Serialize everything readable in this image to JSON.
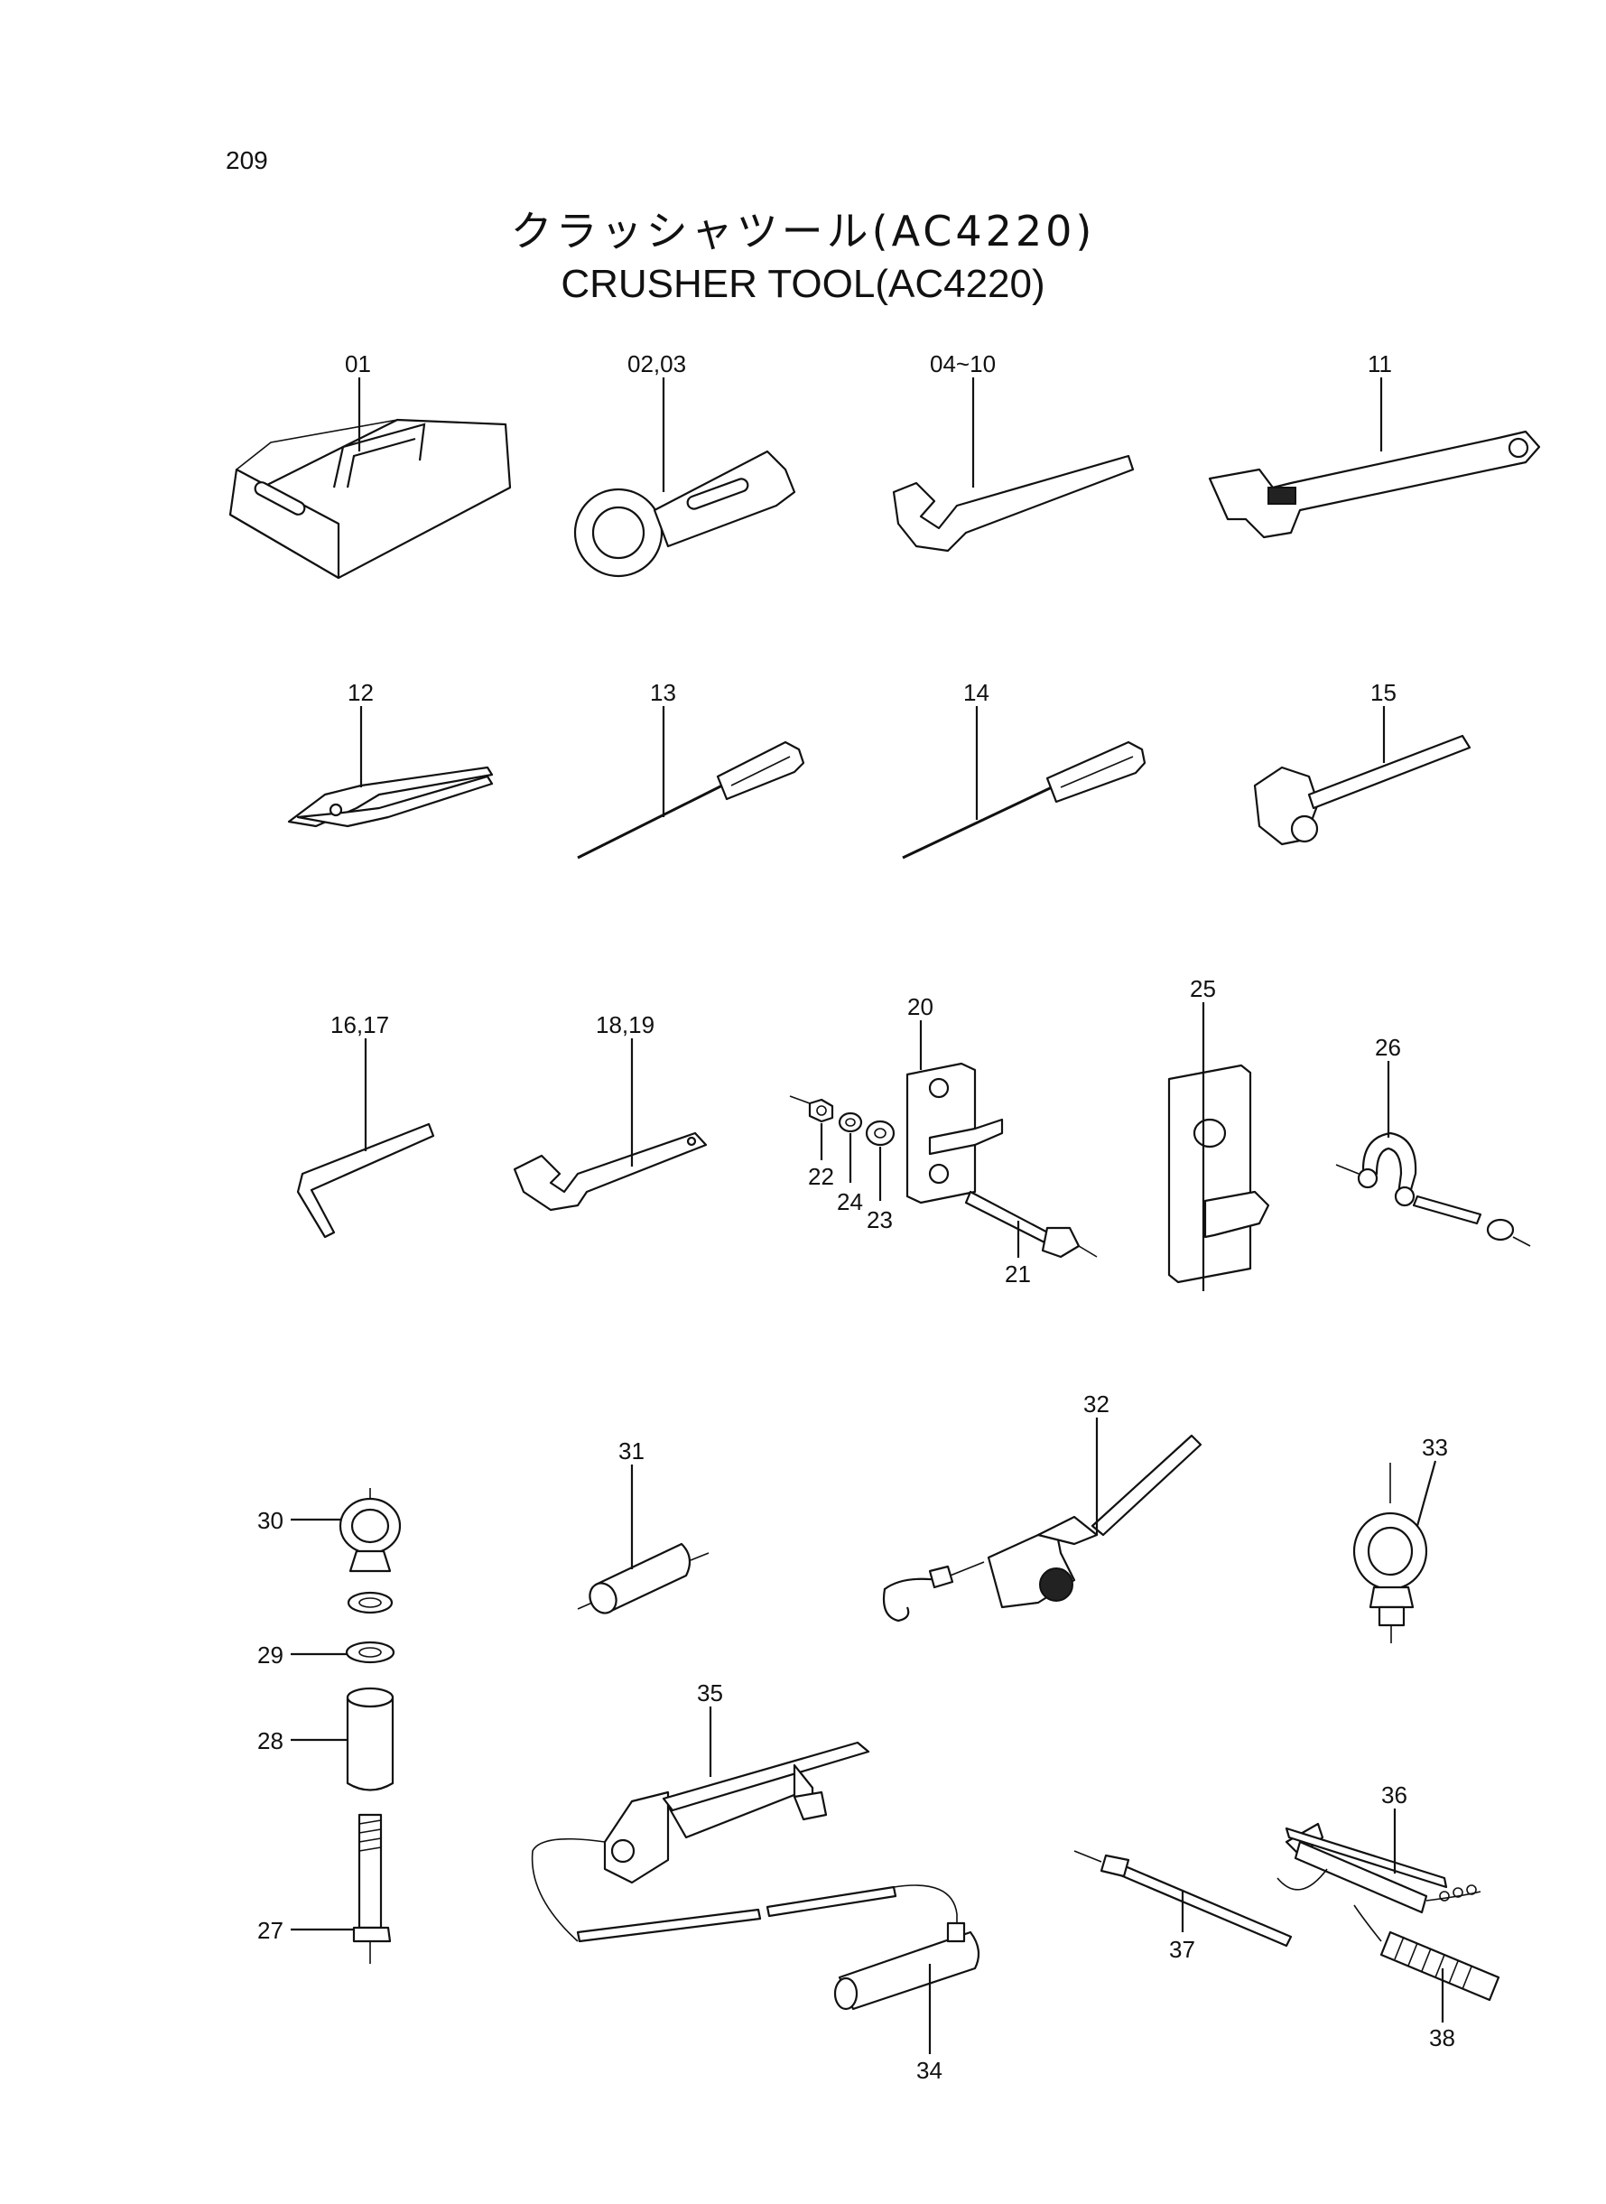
{
  "page_number": "209",
  "title_jp": "クラッシャツール(AC4220)",
  "title_en": "CRUSHER TOOL(AC4220)",
  "labels": {
    "l01": "01",
    "l0203": "02,03",
    "l0410": "04~10",
    "l11": "11",
    "l12": "12",
    "l13": "13",
    "l14": "14",
    "l15": "15",
    "l1617": "16,17",
    "l1819": "18,19",
    "l20": "20",
    "l21": "21",
    "l22": "22",
    "l23": "23",
    "l24": "24",
    "l25": "25",
    "l26": "26",
    "l27": "27",
    "l28": "28",
    "l29": "29",
    "l30": "30",
    "l31": "31",
    "l32": "32",
    "l33": "33",
    "l34": "34",
    "l35": "35",
    "l36": "36",
    "l37": "37",
    "l38": "38"
  }
}
